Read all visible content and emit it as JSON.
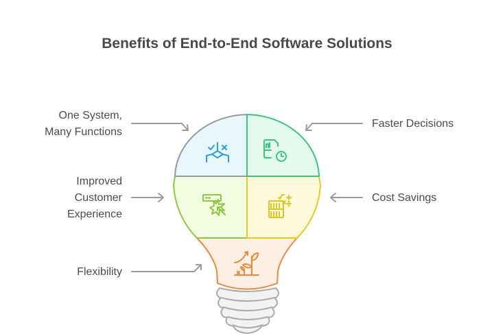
{
  "title": "Benefits of End-to-End Software Solutions",
  "benefits": [
    {
      "id": "one-system",
      "label_lines": [
        "One System,",
        "Many Functions"
      ],
      "icon": "workflow-branch-icon",
      "color": "#999999",
      "fill": "#e8f6fd",
      "icon_color": "#2a9fd6",
      "side": "left"
    },
    {
      "id": "faster-decisions",
      "label_lines": [
        "Faster Decisions"
      ],
      "icon": "report-clock-icon",
      "color": "#3cc47c",
      "fill": "#e3fbed",
      "icon_color": "#3cc47c",
      "side": "right"
    },
    {
      "id": "customer-experience",
      "label_lines": [
        "Improved",
        "Customer",
        "Experience"
      ],
      "icon": "click-cursor-icon",
      "color": "#8dc63f",
      "fill": "#f3fde2",
      "icon_color": "#8dc63f",
      "side": "left"
    },
    {
      "id": "cost-savings",
      "label_lines": [
        "Cost Savings"
      ],
      "icon": "calculator-math-icon",
      "color": "#e6cc1f",
      "fill": "#fff9dc",
      "icon_color": "#e0c41a",
      "side": "right"
    },
    {
      "id": "flexibility",
      "label_lines": [
        "Flexibility"
      ],
      "icon": "growth-plant-icon",
      "color": "#e88a3a",
      "fill": "#fdefe4",
      "icon_color": "#e88a3a",
      "side": "left"
    }
  ],
  "arrow_color": "#999999",
  "base_color": "#aaaaaa",
  "base_fill": "#f2f2f2"
}
